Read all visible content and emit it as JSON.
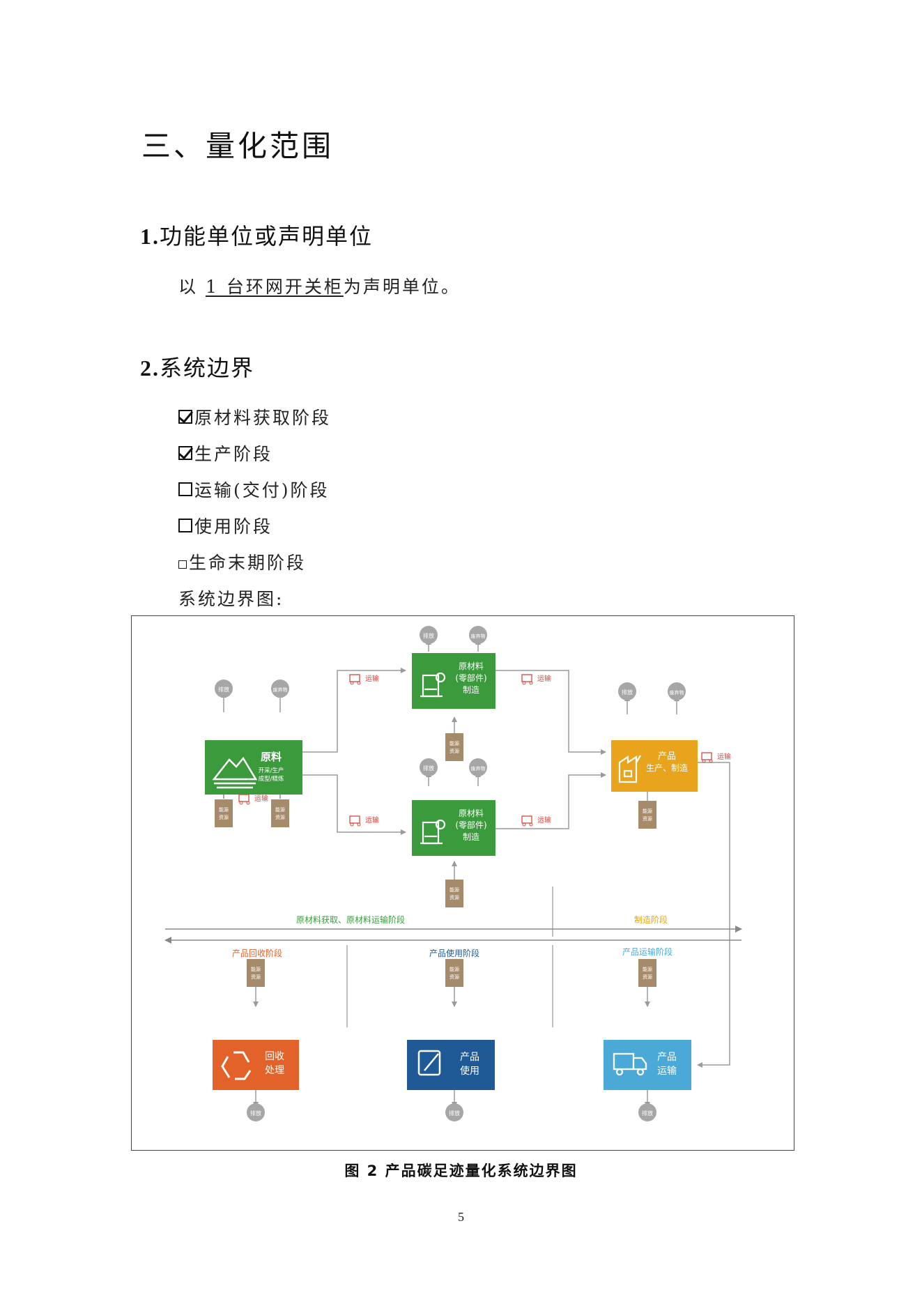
{
  "heading": "三、量化范围",
  "section1": {
    "number": "1.",
    "title": "功能单位或声明单位"
  },
  "declared_unit": {
    "prefix": "以",
    "underlined": "1 台环网开关柜",
    "suffix": "为声明单位。"
  },
  "section2": {
    "number": "2.",
    "title": "系统边界"
  },
  "boundary_items": [
    {
      "label": "原材料获取阶段",
      "checked": true
    },
    {
      "label": "生产阶段",
      "checked": true
    },
    {
      "label": "运输(交付)阶段",
      "checked": false
    },
    {
      "label": "使用阶段",
      "checked": false
    },
    {
      "label": "生命末期阶段",
      "checked": false
    }
  ],
  "boundary_diagram_label": "系统边界图:",
  "diagram": {
    "emission": "排放",
    "waste": "废弃物",
    "energy_line1": "能源",
    "energy_line2": "资源",
    "transport": "运输",
    "raw": {
      "title": "原料",
      "sub1": "开采/生产",
      "sub2": "成型/精炼"
    },
    "mfg": {
      "line1": "原材料",
      "line2": "(零部件)",
      "line3": "制造"
    },
    "product": {
      "line1": "产品",
      "line2": "生产、制造"
    },
    "recycle": {
      "line1": "回收",
      "line2": "处理"
    },
    "use": {
      "line1": "产品",
      "line2": "使用"
    },
    "ship": {
      "line1": "产品",
      "line2": "运输"
    },
    "stage_raw": "原材料获取、原材料运输阶段",
    "stage_mfg": "制造阶段",
    "stage_recycle": "产品回收阶段",
    "stage_use": "产品使用阶段",
    "stage_ship": "产品运输阶段",
    "colors": {
      "green": "#3a9a3c",
      "orange": "#e8a41c",
      "red": "#e2622a",
      "blue": "#1f5a97",
      "lightblue": "#4aa9d6",
      "tan": "#a68b6a",
      "gray": "#9a9a9a"
    }
  },
  "caption": "图 2 产品碳足迹量化系统边界图",
  "page_number": "5"
}
